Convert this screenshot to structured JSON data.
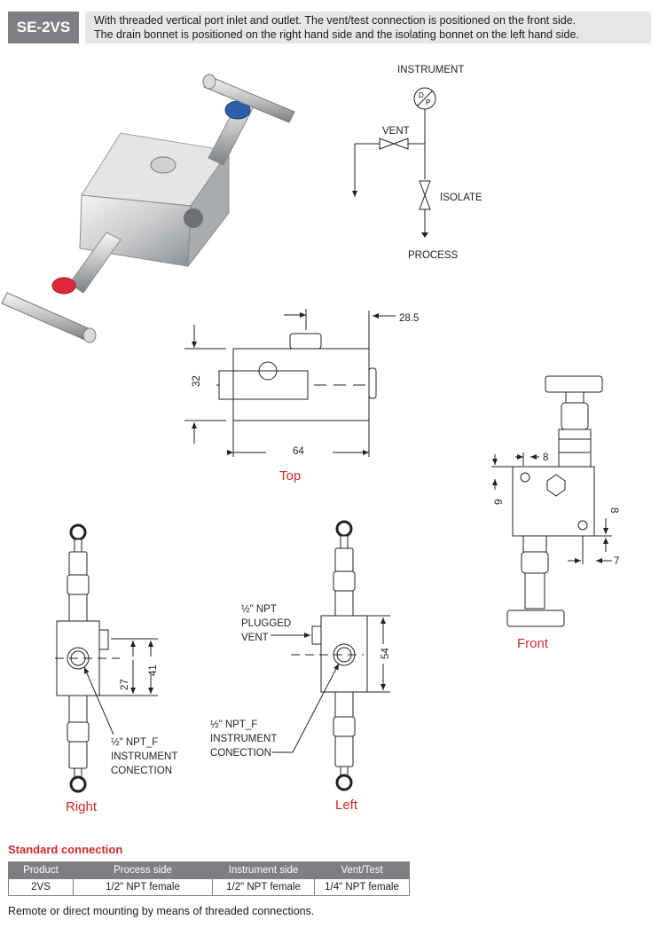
{
  "header": {
    "code": "SE-2VS",
    "description_line1": "With threaded vertical port inlet and outlet. The vent/test connection is positioned on the front side.",
    "description_line2": "The drain bonnet is positioned on the right hand side and the isolating bonnet on the left hand side."
  },
  "schematic": {
    "instrument": "INSTRUMENT",
    "dp_top": "D",
    "dp_bottom": "P",
    "vent": "VENT",
    "isolate": "ISOLATE",
    "process": "PROCESS"
  },
  "top_view": {
    "label": "Top",
    "dim_width": "64",
    "dim_height": "32",
    "dim_offset": "28.5"
  },
  "front_view": {
    "label": "Front",
    "dim_a": "8",
    "dim_b": "9",
    "dim_c": "8",
    "dim_d": "7"
  },
  "right_view": {
    "label": "Right",
    "dim_a": "27",
    "dim_b": "41",
    "callout": [
      "½\" NPT_F",
      "INSTRUMENT",
      "CONECTION"
    ]
  },
  "left_view": {
    "label": "Left",
    "dim_height": "54",
    "vent_callout": [
      "½\" NPT",
      "PLUGGED",
      "VENT"
    ],
    "conn_callout": [
      "½\" NPT_F",
      "INSTRUMENT",
      "CONECTION"
    ]
  },
  "standard_connection": {
    "title": "Standard connection",
    "headers": [
      "Product",
      "Process side",
      "Instrument side",
      "Vent/Test"
    ],
    "row": [
      "2VS",
      "1/2\" NPT female",
      "1/2\" NPT female",
      "1/4\" NPT female"
    ]
  },
  "footnote": "Remote or direct mounting by means of threaded connections."
}
